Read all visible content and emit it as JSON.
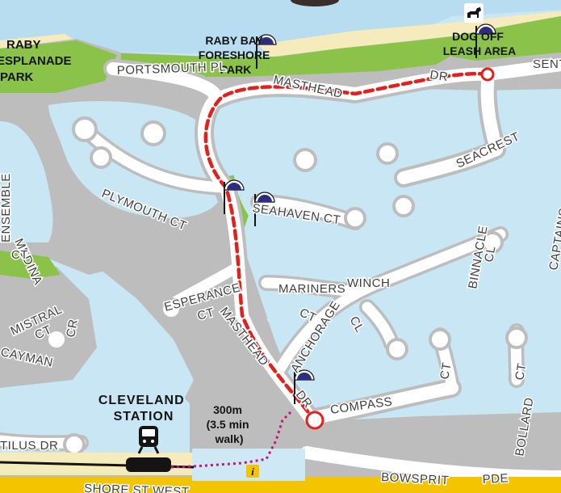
{
  "labels": {
    "raby_esplanade_park": [
      "RABY",
      "ESPLANADE",
      "PARK"
    ],
    "raby_bay_foreshore_park": [
      "RABY BAY",
      "FORESHORE",
      "PARK"
    ],
    "dog_off_leash_area": [
      "DOG OFF",
      "LEASH AREA"
    ],
    "cleveland_station": [
      "CLEVELAND",
      "STATION"
    ],
    "walk_info": [
      "300m",
      "(3.5 min",
      "walk)"
    ]
  },
  "streets": {
    "portsmouth": "PORTSMOUTH PL",
    "masthead_top": "MASTHEAD",
    "dr_top": "DR",
    "sentinel": "SENTINEL",
    "seacrest": "SEACREST",
    "plymouth": "PLYMOUTH CT",
    "seahaven": "SEAHAVEN CT",
    "esperance": "ESPERANCE",
    "esperance_ct": "CT",
    "masthead_lower": "MASTHEAD",
    "dr_lower": "DR",
    "mariners": "MARINERS",
    "mariners_ct": "CT",
    "anchorage": "ANCHORAGE",
    "winch": "WINCH",
    "winch_cl": "CL",
    "binnacle": "BINNACLE",
    "binnacle_cl": "CL",
    "captains": "CAPTAINS",
    "compass": "COMPASS",
    "bollard": "BOLLARD",
    "bollard_ct": "CT",
    "ct_mid": "CT",
    "bowsprit": "BOWSPRIT",
    "pde": "PDE",
    "shore_st_west": "SHORE ST WEST",
    "shore": "SHORE",
    "medina": "MEDINA",
    "medina_ct": "CT",
    "mistral": "MISTRAL",
    "mistral_ct": "CT",
    "cayman": "CAYMAN",
    "cayman_cr": "CR",
    "ct_left": "CT",
    "nautilus": "TILUS DR",
    "ensemble": "ENSEMBLE"
  },
  "icons": {
    "flag": "half-dome-flag-icon",
    "dog": "dog-icon",
    "train": "train-icon",
    "info": "info-icon",
    "start": "start-point-icon",
    "end": "end-point-icon"
  },
  "colors": {
    "water": "#c8e6f4",
    "land": "#bdbdbd",
    "park": "#8bc34a",
    "beach": "#f5ebbc",
    "road": "#ffffff",
    "route": "#e3201b",
    "walk": "#c2187a",
    "flag": "#2d2e80",
    "bottom_road": "#f5c400"
  }
}
